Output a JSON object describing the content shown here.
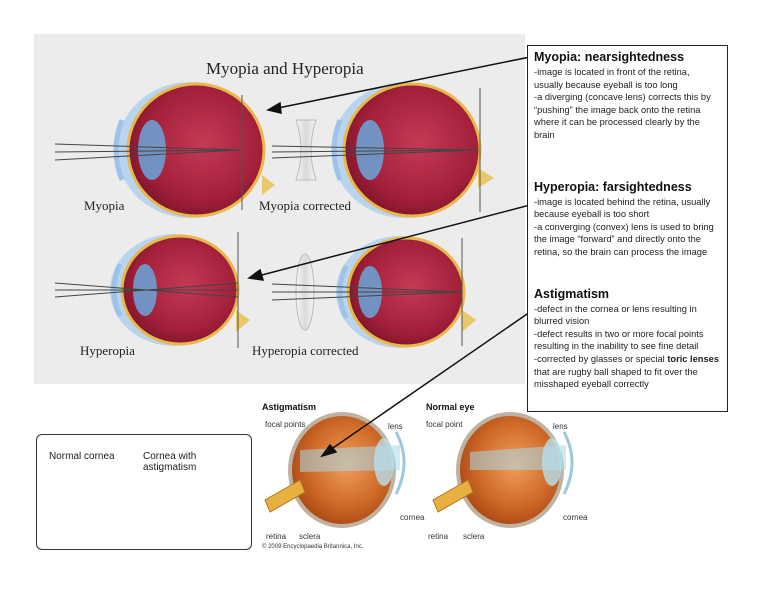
{
  "main": {
    "title": "Myopia and Hyperopia",
    "labels": {
      "myopia": "Myopia",
      "myopia_corrected": "Myopia corrected",
      "hyperopia": "Hyperopia",
      "hyperopia_corrected": "Hyperopia corrected"
    }
  },
  "notes": {
    "myopia": {
      "title": "Myopia: nearsightedness",
      "lines": [
        "-image is located in front of the retina,",
        "usually because eyeball is too long",
        "-a diverging (concave lens) corrects this by",
        "“pushing” the image back onto the retina",
        "where it can be processed clearly by the",
        "brain"
      ]
    },
    "hyperopia": {
      "title": "Hyperopia: farsightedness",
      "lines": [
        "-image is located behind the retina, usually",
        "because eyeball is too short",
        "-a converging (convex) lens is used to bring",
        "the image “forward” and directly onto the",
        "retina, so the brain can process the image"
      ]
    },
    "astigmatism": {
      "title": "Astigmatism",
      "line1": "-defect in the cornea or lens resulting in",
      "line2": "blurred vision",
      "line3": "-defect results in two or more focal points",
      "line4": "resulting in the inability to see fine detail",
      "line5_prefix": "-corrected by glasses or special ",
      "line5_bold": "toric lenses",
      "line6": "that are rugby ball shaped to fit over the",
      "line7": "misshaped eyeball correctly"
    }
  },
  "bottom": {
    "astig_heading": "Astigmatism",
    "normal_heading": "Normal eye",
    "focal_points": "focal points",
    "focal_point": "focal point",
    "lens": "lens",
    "cornea": "cornea",
    "retina": "retina",
    "sclera": "sclera",
    "credit": "© 2009 Encyclopaedia Britannica, Inc."
  },
  "cornea_box": {
    "normal_cornea": "Normal cornea",
    "cornea_with_astigmatism": "Cornea with astigmatism"
  },
  "colors": {
    "eyeball": "#b02640",
    "eyeball_dark": "#7a1428",
    "iris": "#6d9fd2",
    "nerve": "#e8c868",
    "panel_bg": "#ececec",
    "orange_eye": "#c7611f"
  }
}
